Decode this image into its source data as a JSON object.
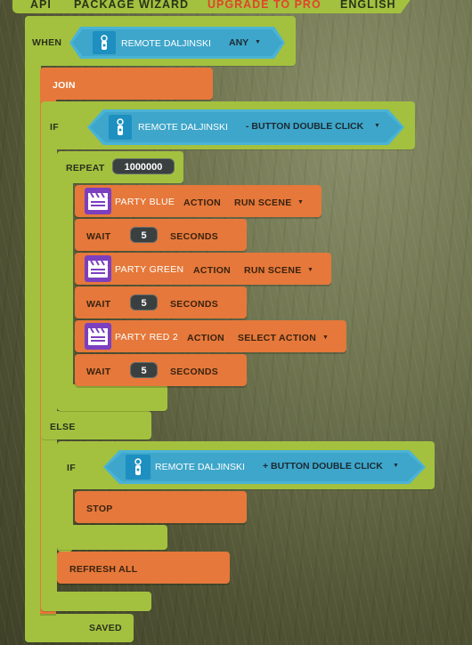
{
  "nav": {
    "items": [
      "API",
      "PACKAGE WIZARD",
      "UPGRADE TO PRO",
      "ENGLISH"
    ]
  },
  "colors": {
    "block_green": "#a3c13f",
    "block_orange": "#e5783a",
    "condition_blue": "#4ab3d6",
    "device_icon_blue": "#1d8fc0",
    "scene_icon_purple": "#7b3fbf",
    "upgrade_red": "#e2442b"
  },
  "script": {
    "when": {
      "label": "WHEN",
      "device": "REMOTE DALJINSKI",
      "event": "ANY",
      "icon": "remote-icon"
    },
    "join_label": "JOIN",
    "if1": {
      "label": "IF",
      "device": "REMOTE DALJINSKI",
      "event": "- BUTTON DOUBLE CLICK"
    },
    "repeat": {
      "label": "REPEAT",
      "count": "1000000",
      "steps": [
        {
          "scene": "PARTY BLUE",
          "action_label": "ACTION",
          "action": "RUN SCENE"
        },
        {
          "wait_label": "WAIT",
          "seconds": "5",
          "unit": "SECONDS"
        },
        {
          "scene": "PARTY GREEN",
          "action_label": "ACTION",
          "action": "RUN SCENE"
        },
        {
          "wait_label": "WAIT",
          "seconds": "5",
          "unit": "SECONDS"
        },
        {
          "scene": "PARTY RED 2",
          "action_label": "ACTION",
          "action": "SELECT ACTION"
        },
        {
          "wait_label": "WAIT",
          "seconds": "5",
          "unit": "SECONDS"
        }
      ]
    },
    "else_label": "ELSE",
    "if2": {
      "label": "IF",
      "device": "REMOTE DALJINSKI",
      "event": "+ BUTTON DOUBLE CLICK"
    },
    "stop_label": "STOP",
    "refresh_label": "REFRESH ALL",
    "status": "SAVED"
  }
}
